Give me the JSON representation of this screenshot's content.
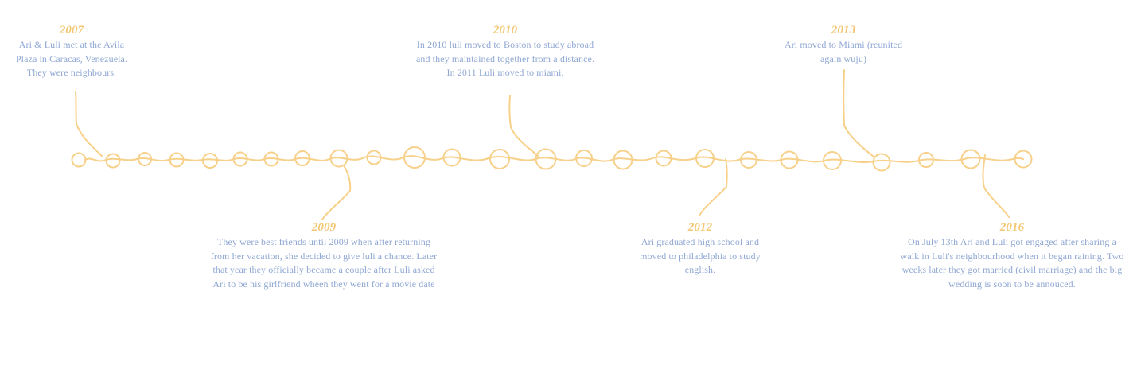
{
  "events": [
    {
      "id": "2007",
      "year": "2007",
      "text": "Ari & Luli met at the Avila Plaza in Caracas, Venezuela. They were neighbours."
    },
    {
      "id": "2009",
      "year": "2009",
      "text": "They were best friends until 2009 when after returning from her vacation, she decided to give luli a chance. Later that year they officially became a couple after Luli asked Ari to be his girlfriend wheen they went for a movie date"
    },
    {
      "id": "2010",
      "year": "2010",
      "text": "In 2010 luli moved to Boston to study abroad and they maintained together from a distance. In 2011 Luli moved to miami."
    },
    {
      "id": "2012",
      "year": "2012",
      "text": "Ari graduated high school and moved to philadelphia to study english."
    },
    {
      "id": "2013",
      "year": "2013",
      "text": "Ari moved to Miami (reunited again wuju)"
    },
    {
      "id": "2016",
      "year": "2016",
      "text": "On July 13th Ari and Luli got engaged after sharing a walk in Luli's neighbourhood when it began raining. Two weeks later they got married (civil marriage) and the big wedding is soon to be annouced."
    }
  ],
  "colors": {
    "line": "#f7d08a",
    "year": "#f3c874",
    "text": "#8fa7d3",
    "background": "#ffffff"
  }
}
